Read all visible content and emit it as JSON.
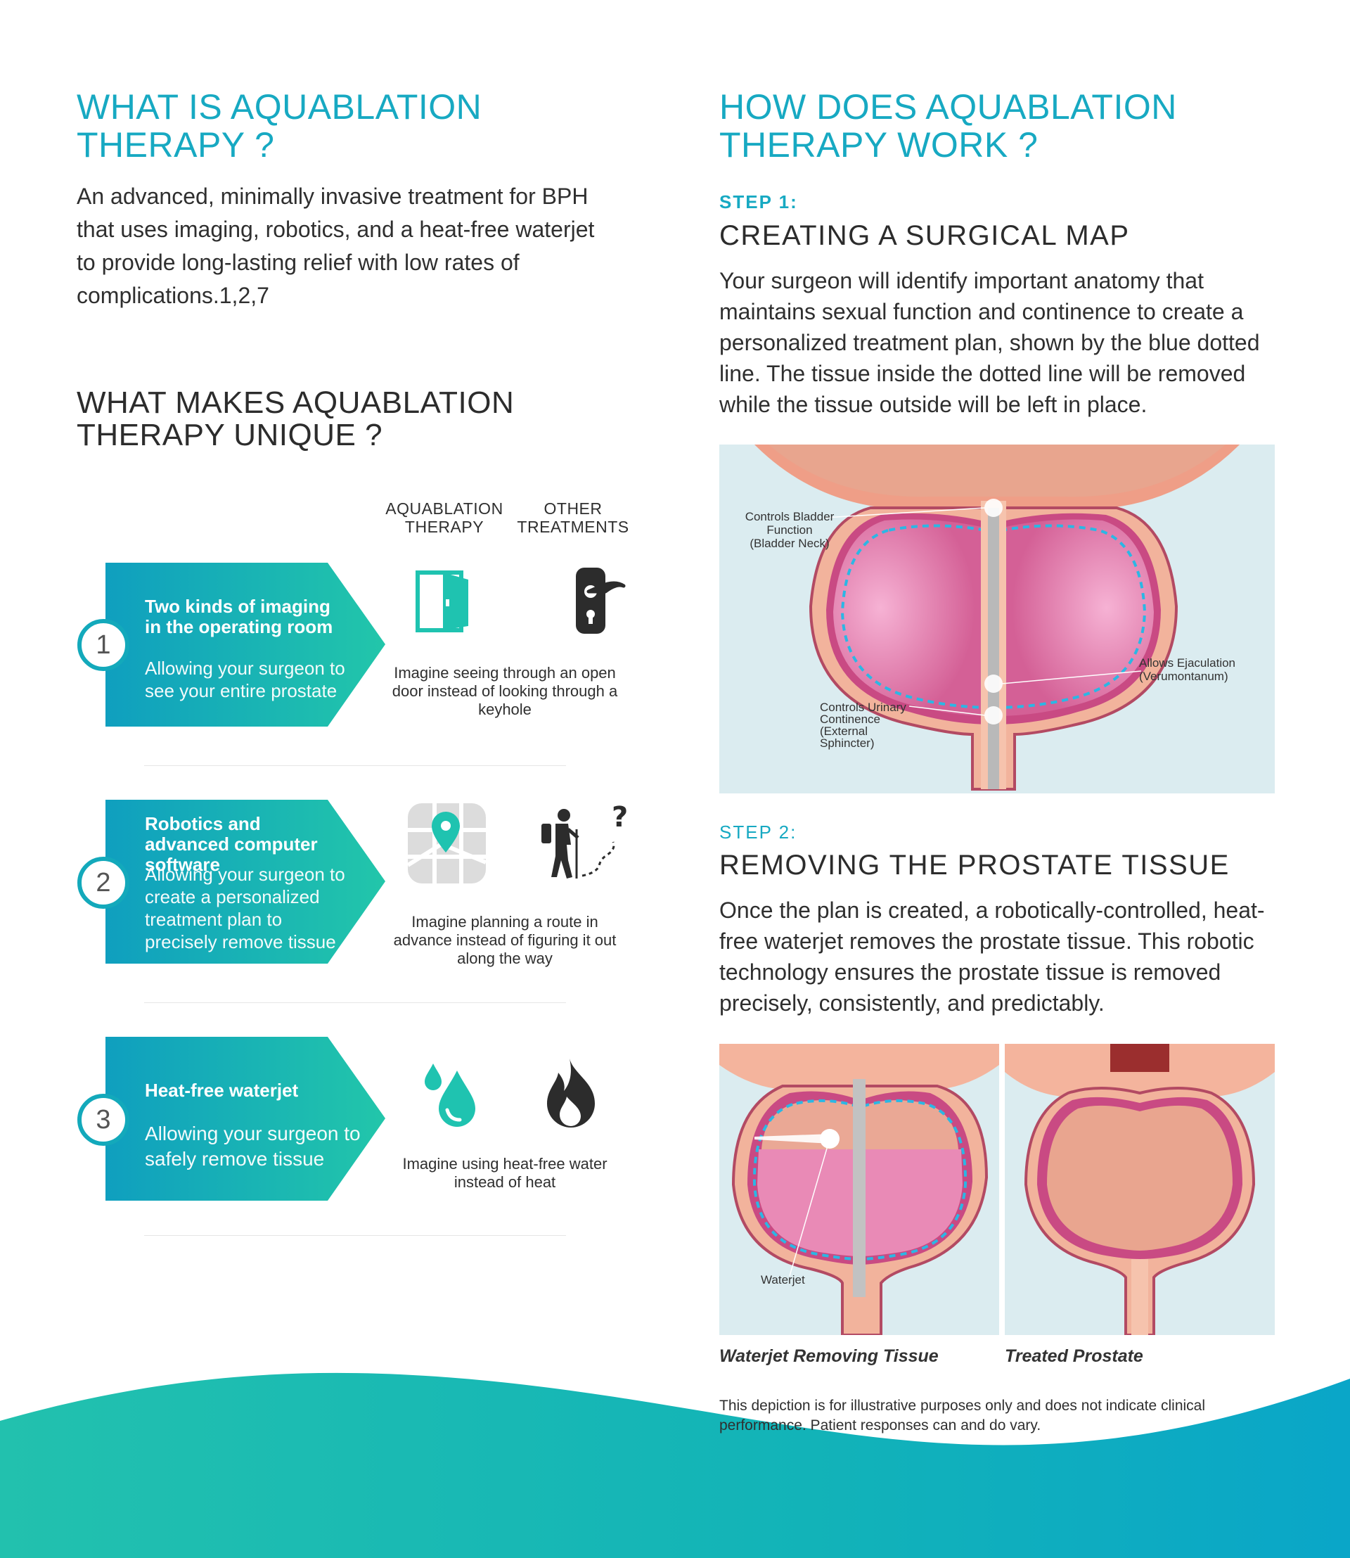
{
  "left": {
    "heading1": [
      "WHAT IS AQUABLATION",
      "THERAPY ?"
    ],
    "intro": "An advanced, minimally invasive treatment for BPH that uses imaging, robotics, and a heat-free waterjet to provide long-lasting relief with low rates of complications.1,2,7",
    "heading2": [
      "WHAT MAKES AQUABLATION",
      "THERAPY UNIQUE ?"
    ],
    "col_aqua": [
      "AQUABLATION",
      "THERAPY"
    ],
    "col_other": [
      "OTHER",
      "TREATMENTS"
    ],
    "features": [
      {
        "number": "1",
        "title": "Two kinds of imaging in the operating room",
        "subtitle": "Allowing your surgeon to see your entire prostate",
        "caption": "Imagine seeing through an open door instead of looking through a keyhole",
        "aqua_icon": "open-door-icon",
        "other_icon": "keyhole-icon"
      },
      {
        "number": "2",
        "title": "Robotics and advanced computer software",
        "subtitle": "Allowing your surgeon to create a personalized treatment plan to precisely remove tissue",
        "caption": "Imagine planning a route in advance instead of figuring it out along the way",
        "aqua_icon": "map-pin-icon",
        "other_icon": "hiker-icon"
      },
      {
        "number": "3",
        "title": "Heat-free waterjet",
        "subtitle": "Allowing your surgeon to safely remove tissue",
        "caption": "Imagine using heat-free water instead of heat",
        "aqua_icon": "water-drop-icon",
        "other_icon": "flame-icon"
      }
    ]
  },
  "right": {
    "heading": [
      "HOW DOES AQUABLATION",
      "THERAPY WORK ?"
    ],
    "step1_label": "STEP 1:",
    "step1_title": "CREATING A SURGICAL MAP",
    "step1_text": "Your surgeon will identify important anatomy that maintains sexual function and continence to create a personalized treatment plan, shown by the blue dotted line. The tissue inside the dotted line will be removed while the tissue outside will be left in place.",
    "diagram_labels": {
      "bladder": [
        "Controls Bladder",
        "Function",
        "(Bladder Neck)"
      ],
      "ejaculation": [
        "Allows  Ejaculation",
        "(Verumontanum)"
      ],
      "continence": [
        "Controls Urinary",
        "Continence",
        "(External Sphincter)"
      ]
    },
    "step2_label": "STEP 2:",
    "step2_title": "REMOVING THE PROSTATE TISSUE",
    "step2_text": "Once the plan is created, a robotically-controlled, heat-free waterjet removes the prostate tissue. This robotic technology ensures the prostate tissue is removed precisely, consistently, and predictably.",
    "waterjet_label": "Waterjet",
    "caption_left": "Waterjet Removing Tissue",
    "caption_right": "Treated Prostate",
    "disclaimer": "This depiction is for illustrative purposes only and does not indicate clinical performance. Patient responses can and do vary."
  },
  "colors": {
    "teal": "#17a9c2",
    "arrow_start": "#12a6bf",
    "arrow_end": "#1fc2ac",
    "diagram_bg": "#dbecf0",
    "prostate": "#d9608f",
    "tissue": "#f0b39a"
  }
}
